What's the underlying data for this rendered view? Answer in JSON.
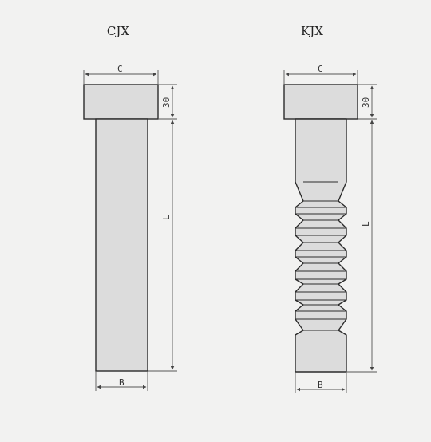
{
  "diagram": {
    "left_title": "CJX",
    "right_title": "KJX",
    "dims": {
      "head_width": "C",
      "head_height": "30",
      "length": "L",
      "shank_width": "B"
    }
  },
  "colors": {
    "background": "#f2f2f1",
    "part_fill": "#dcdcdc",
    "stroke": "#2b2b2b",
    "dim_line": "#555555"
  }
}
